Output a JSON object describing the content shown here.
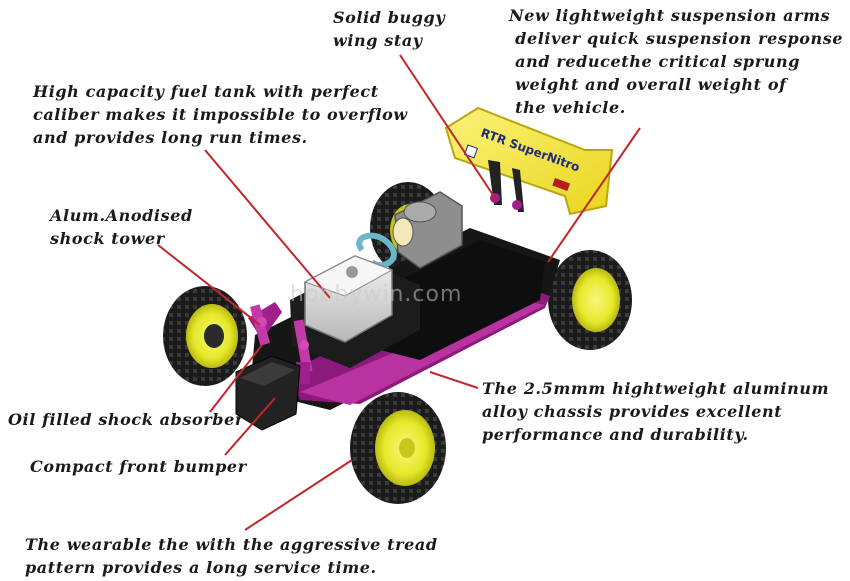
{
  "callouts": {
    "wing_stay": "Solid buggy\nwing stay",
    "suspension_arms": "New lightweight suspension arms\n deliver quick suspension response\n and reducethe critical sprung\n weight and overall weight of\n the vehicle.",
    "fuel_tank": "High capacity fuel tank with perfect\ncaliber makes it impossible to overflow\nand provides long run times.",
    "shock_tower": "Alum.Anodised\nshock tower",
    "chassis": "The 2.5mmm hightweight aluminum\nalloy chassis provides excellent\nperformance and durability.",
    "shock_absorber": "Oil filled shock absorber",
    "front_bumper": "Compact front bumper",
    "tire": "The wearable the with the aggressive tread\npattern provides a long service time."
  },
  "wing_text": {
    "line1": "RTR SuperNitro"
  },
  "watermark": "hobbywin.com",
  "colors": {
    "leader_line": "#c0262a",
    "wing": "#f2e23a",
    "wheel_rim": "#e8ea2a",
    "tire": "#1d1d1d",
    "chassis_anodised": "#a01f8a",
    "fuel_tank": "#d9d9d9",
    "engine": "#9a9a9a"
  }
}
